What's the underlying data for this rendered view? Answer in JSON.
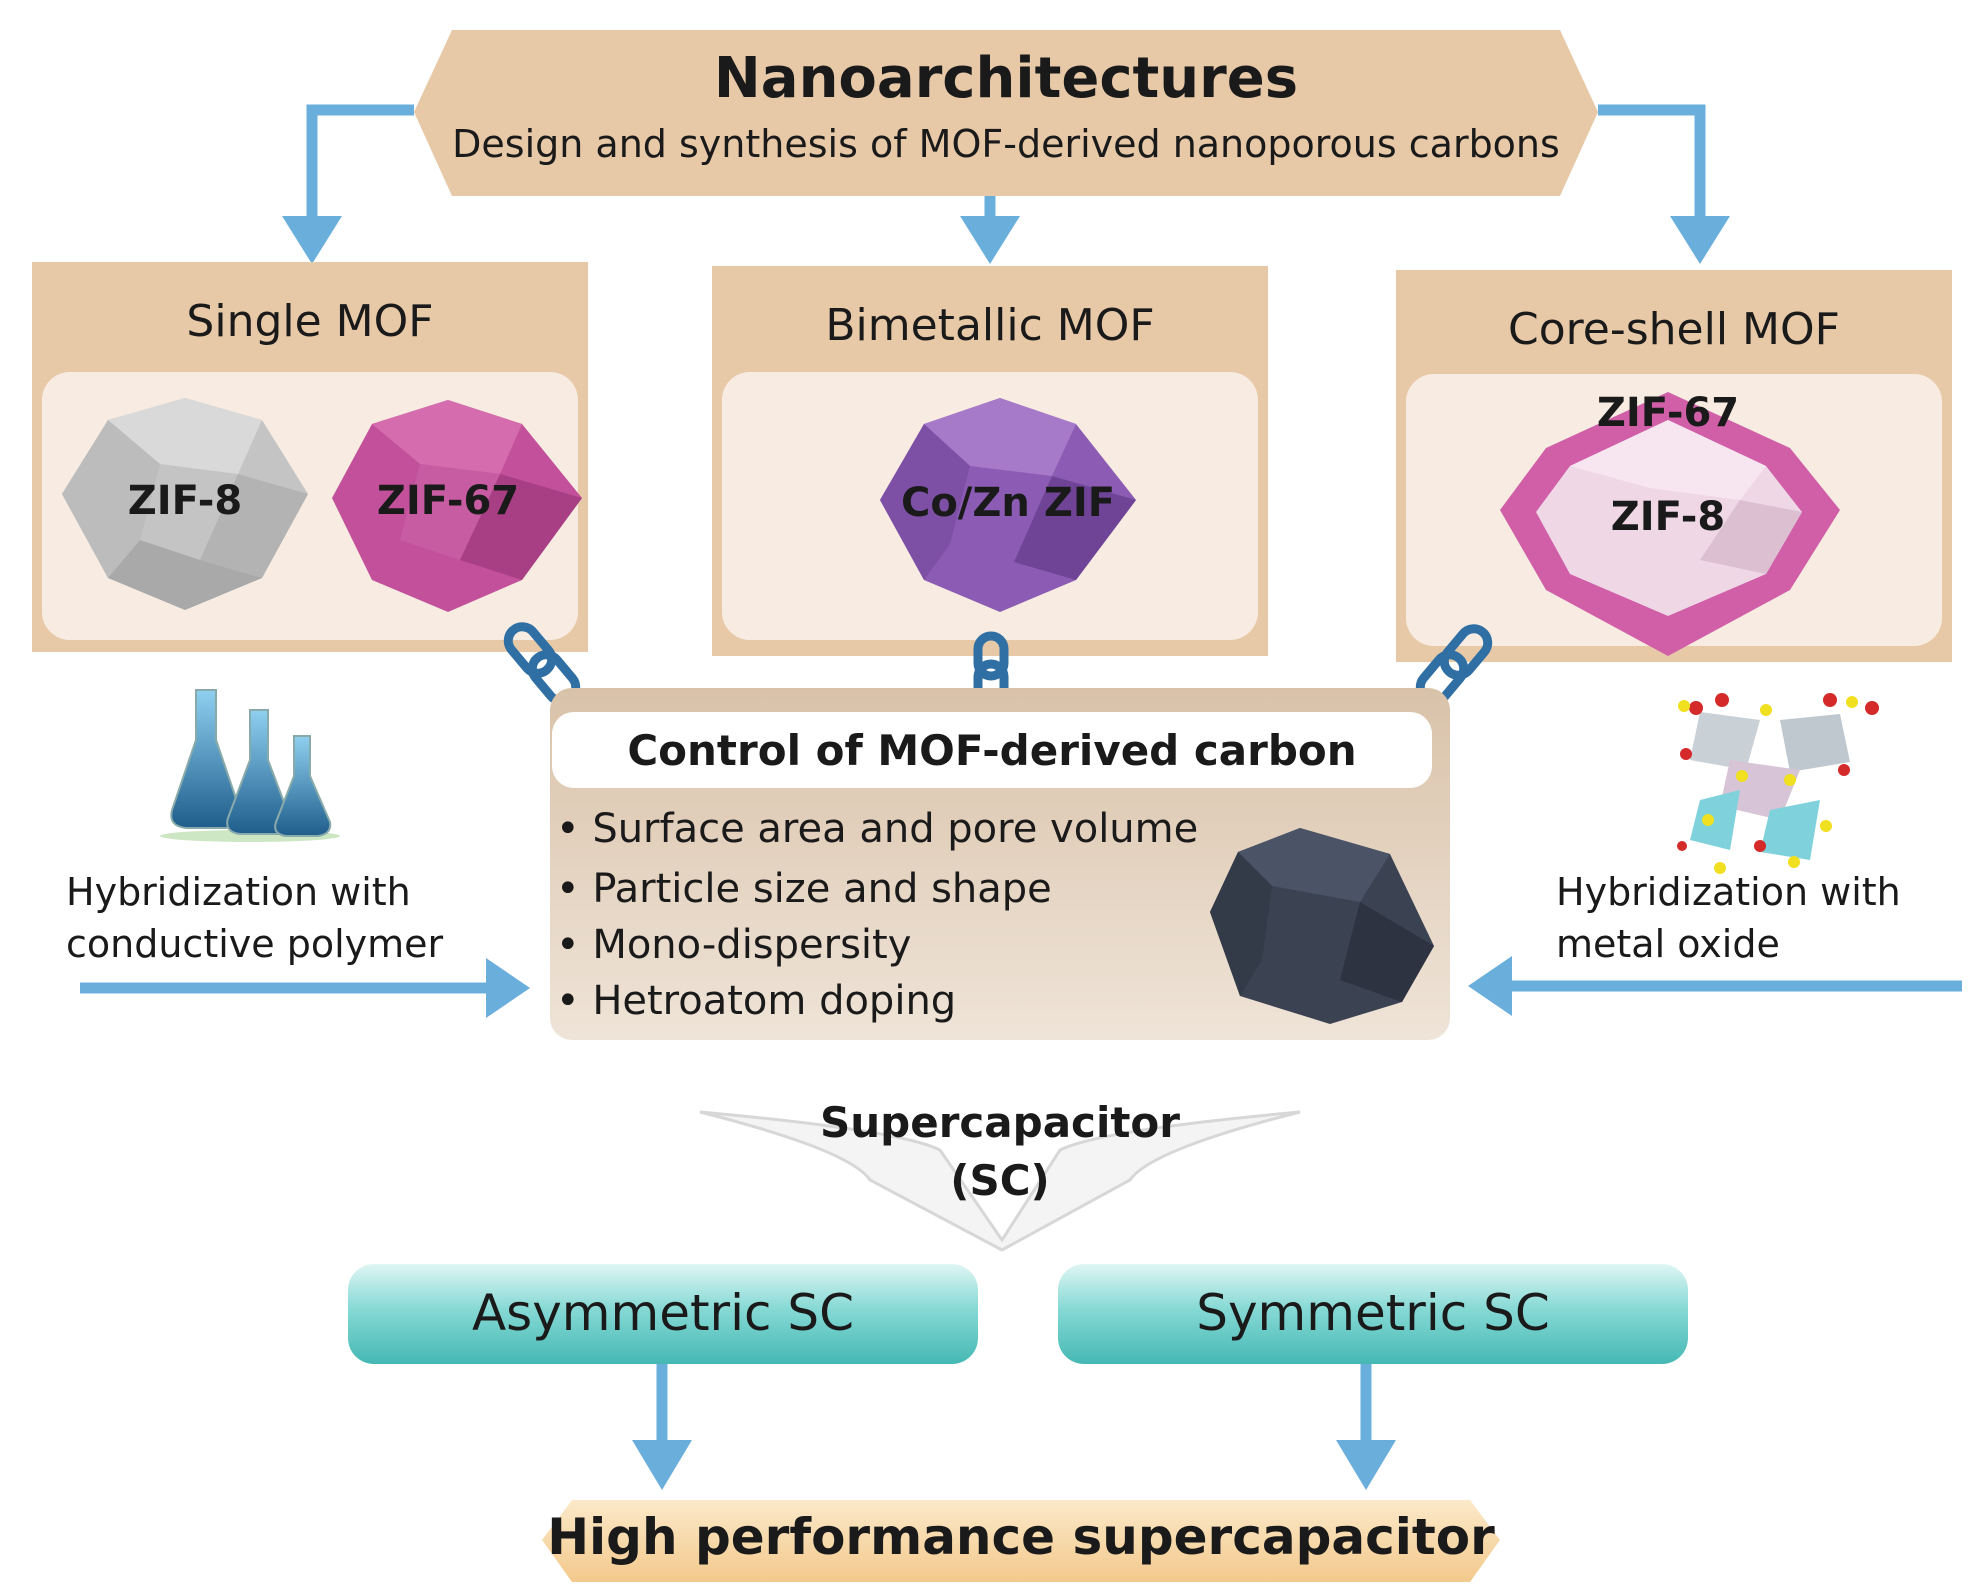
{
  "header": {
    "title": "Nanoarchitectures",
    "subtitle": "Design and synthesis of MOF-derived nanoporous carbons"
  },
  "mof_panels": [
    {
      "title": "Single MOF",
      "labels": [
        "ZIF-8",
        "ZIF-67"
      ]
    },
    {
      "title": "Bimetallic MOF",
      "labels": [
        "Co/Zn ZIF"
      ]
    },
    {
      "title": "Core-shell MOF",
      "labels": [
        "ZIF-67",
        "ZIF-8"
      ]
    }
  ],
  "hybrid_left": {
    "line1": "Hybridization with",
    "line2": "conductive polymer",
    "image": "flasks-icon"
  },
  "hybrid_right": {
    "line1": "Hybridization with",
    "line2": "metal oxide",
    "image": "crystal-structure-icon"
  },
  "control": {
    "title": "Control of MOF-derived carbon",
    "items": [
      "Surface area and pore volume",
      "Particle size and shape",
      "Mono-dispersity",
      "Hetroatom doping"
    ]
  },
  "supercapacitor": {
    "line1": "Supercapacitor",
    "line2": "(SC)"
  },
  "sc_types": [
    "Asymmetric SC",
    "Symmetric SC"
  ],
  "result": "High performance supercapacitor",
  "colors": {
    "panel": "#e7c9a8",
    "panel_inner": "#f8ece2",
    "arrow": "#6aaedc",
    "zif8": "#c8c8c8",
    "zif67": "#c2509a",
    "cozn": "#8c5cb4",
    "teal": "#7fd6d2",
    "result_fill": "#f7d9a8"
  }
}
